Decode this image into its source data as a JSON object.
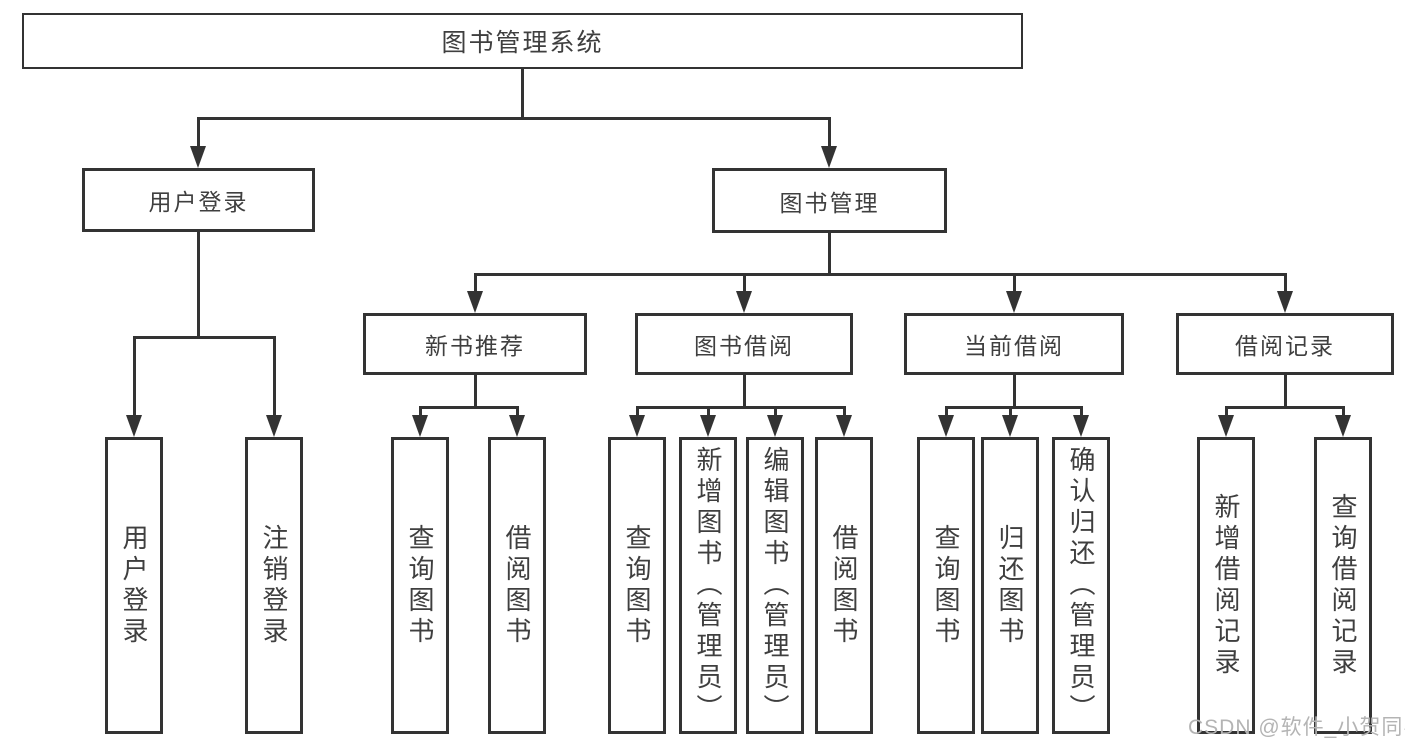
{
  "page": {
    "background": "#ffffff",
    "watermark": "CSDN @软件_小贺同学"
  },
  "diagram": {
    "type": "hierarchy-tree",
    "colors": {
      "line": "#333333",
      "text": "#3f3f3f",
      "node_fill": "#ffffff",
      "watermark": "#b4b4b4"
    },
    "root": {
      "label": "图书管理系统"
    },
    "level2": [
      {
        "label": "用户登录",
        "parent": "图书管理系统"
      },
      {
        "label": "图书管理",
        "parent": "图书管理系统"
      }
    ],
    "level3": [
      {
        "label": "新书推荐",
        "parent": "图书管理"
      },
      {
        "label": "图书借阅",
        "parent": "图书管理"
      },
      {
        "label": "当前借阅",
        "parent": "图书管理"
      },
      {
        "label": "借阅记录",
        "parent": "图书管理"
      }
    ],
    "leaves": [
      {
        "label": "用户登录",
        "parent": "用户登录"
      },
      {
        "label": "注销登录",
        "parent": "用户登录"
      },
      {
        "label": "查询图书",
        "parent": "新书推荐"
      },
      {
        "label": "借阅图书",
        "parent": "新书推荐"
      },
      {
        "label": "查询图书",
        "parent": "图书借阅"
      },
      {
        "label": "新增图书（管理员）",
        "parent": "图书借阅"
      },
      {
        "label": "编辑图书（管理员）",
        "parent": "图书借阅"
      },
      {
        "label": "借阅图书",
        "parent": "图书借阅"
      },
      {
        "label": "查询图书",
        "parent": "当前借阅"
      },
      {
        "label": "归还图书",
        "parent": "当前借阅"
      },
      {
        "label": "确认归还（管理员）",
        "parent": "当前借阅"
      },
      {
        "label": "新增借阅记录",
        "parent": "借阅记录"
      },
      {
        "label": "查询借阅记录",
        "parent": "借阅记录"
      }
    ]
  }
}
